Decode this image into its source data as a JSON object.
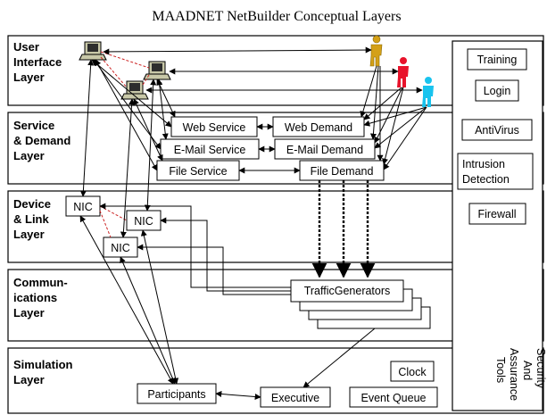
{
  "title": "MAADNET NetBuilder Conceptual Layers",
  "layers": {
    "ui": [
      "User",
      "Interface",
      "Layer"
    ],
    "service": [
      "Service",
      "& Demand",
      "Layer"
    ],
    "device": [
      "Device",
      "& Link",
      "Layer"
    ],
    "comm": [
      "Commun-",
      "ications",
      "Layer"
    ],
    "sim": [
      "Simulation",
      "Layer"
    ]
  },
  "services": {
    "web_service": "Web Service",
    "web_demand": "Web Demand",
    "email_service": "E-Mail Service",
    "email_demand": "E-Mail Demand",
    "file_service": "File Service",
    "file_demand": "File Demand"
  },
  "nic_label": "NIC",
  "traffic_generators": "TrafficGenerators",
  "simulation": {
    "participants": "Participants",
    "executive": "Executive",
    "clock": "Clock",
    "event_queue": "Event Queue"
  },
  "tools": {
    "training": "Training",
    "login": "Login",
    "antivirus": "AntiVirus",
    "intrusion": [
      "Intrusion",
      "Detection"
    ],
    "firewall": "Firewall",
    "security_col": [
      "Security",
      "And",
      "Assurance",
      "Tools"
    ]
  },
  "colors": {
    "stroke": "#000000",
    "red_dash": "#cc2222",
    "person_yellow": "#d4a017",
    "person_red": "#e8132b",
    "person_cyan": "#19c3ee",
    "computer_body": "#c8c8a8"
  }
}
